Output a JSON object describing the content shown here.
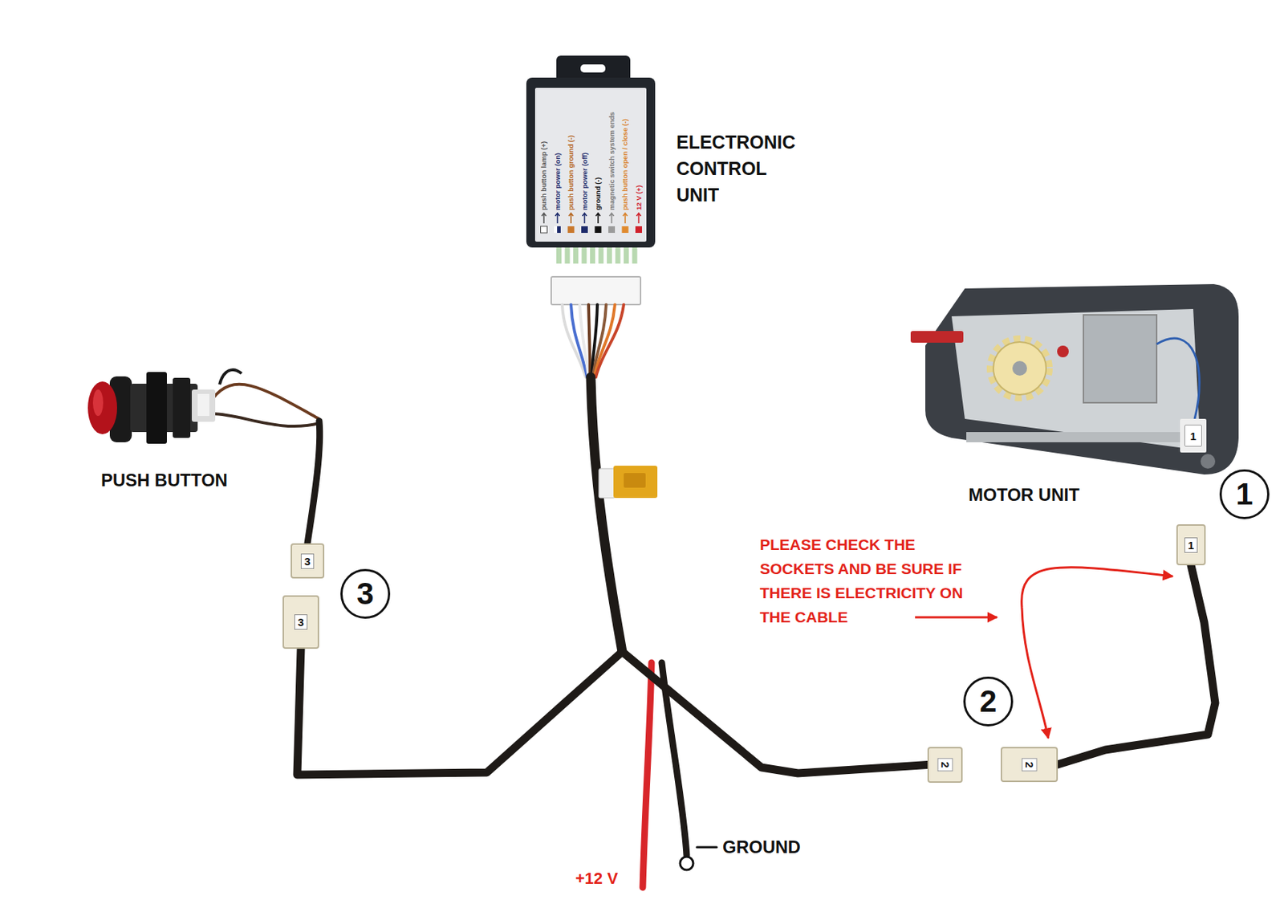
{
  "diagram": {
    "nodes": [
      {
        "text": [
          "1"
        ]
      },
      {
        "text": [
          "1"
        ]
      },
      {
        "text": [
          "1"
        ]
      },
      {
        "text": [
          "3"
        ]
      },
      {
        "text": [
          "3"
        ]
      },
      {
        "text": [
          "3"
        ]
      },
      {
        "text": [
          "2"
        ]
      },
      {
        "text": [
          "2"
        ]
      },
      {
        "text": [
          "2"
        ]
      }
    ],
    "edges": [
      {
        "from": 5,
        "to": 7,
        "arrow": "none"
      },
      {
        "from": 8,
        "to": 2,
        "arrow": "none"
      }
    ],
    "labels": [
      "push button lamp (+)",
      "motor power (on)",
      "push button ground (-)",
      "motor power (off)",
      "ground (-)",
      "magnetic switch system ends",
      "push button open / close (-)",
      "12 V (+)",
      "ELECTRONIC CONTROL UNIT",
      "PUSH BUTTON",
      "MOTOR UNIT",
      "PLEASE CHECK THE SOCKETS AND BE SURE IF THERE IS ELECTRICITY ON THE CABLE",
      "GROUND",
      "+12 V"
    ]
  }
}
